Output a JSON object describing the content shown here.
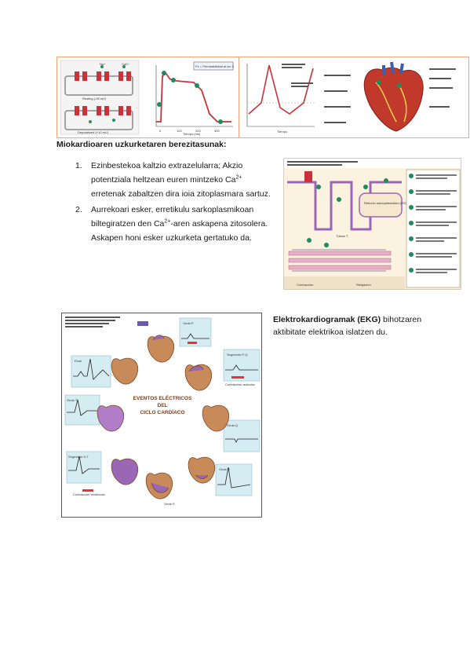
{
  "section_heading": "Miokardioaren uzkurketaren berezitasunak:",
  "list_items": [
    {
      "number": "1.",
      "text_before": "Ezinbestekoa kaltzio extrazelularra; Akzio potentziala heltzean euren mintzeko Ca",
      "sup": "2+",
      "text_after": " erretenak zabaltzen dira ioia zitoplasmara sartuz."
    },
    {
      "number": "2.",
      "text_before": "Aurrekoari esker, erretikulu sarkoplasmikoan biltegiratzen den Ca",
      "sup": "2+",
      "text_after": "-aren askapena zitosolera. Askapen honi esker uzkurketa gertatuko da."
    }
  ],
  "ekg_paragraph": {
    "bold": "Elektrokardiogramak (EKG)",
    "rest": " bihotzaren aktibitate elektrikoa islatzen du."
  },
  "figure_top_left": {
    "labels": [
      "Resting (-90 mV)",
      "Depolarized (+10 mV)",
      "Na+",
      "Ca2+",
      "Tiempo (ms)",
      "Px = Permeabilidad al ion X"
    ],
    "ticks": [
      "0",
      "100",
      "200",
      "300"
    ]
  },
  "figure_top_right": {
    "labels": [
      "Tiempo"
    ]
  },
  "figure_middle_right": {
    "labels": [
      "Contracción",
      "Relajación",
      "Túbulo T",
      "Retículo sarcoplasmático (RS)"
    ]
  },
  "figure_ekg": {
    "center_title": [
      "EVENTOS ELÉCTRICOS",
      "DEL",
      "CICLO CARDÍACO"
    ],
    "labels": [
      "Onda P",
      "Segmento P-Q",
      "Onda Q",
      "Onda R",
      "Onda S",
      "Segmento S-T",
      "Onda T",
      "Final",
      "Contracción auricular",
      "Contracción ventricular"
    ]
  },
  "colors": {
    "accent_border": "#f2a27c",
    "figure_bg": "#fbf3e0",
    "graph_red": "#c8333b",
    "muscle": "#c98a5a",
    "purple": "#9b66b5"
  }
}
